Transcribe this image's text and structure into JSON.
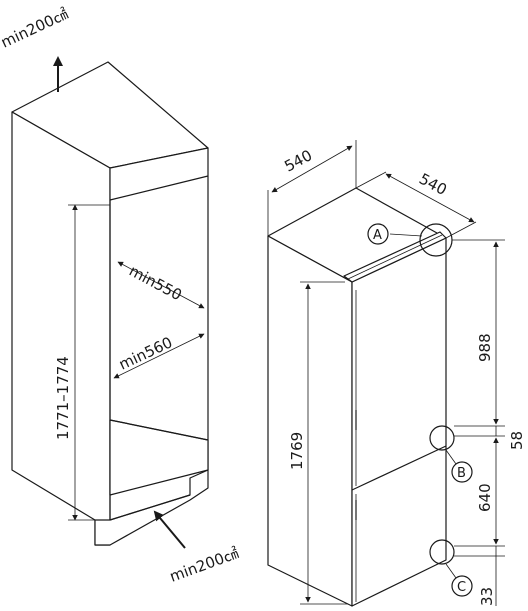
{
  "left_figure": {
    "vent_top": "min200㎠",
    "vent_bottom": "min200㎠",
    "height_range": "1771–1774",
    "depth_min": "min550",
    "width_min": "min560"
  },
  "right_figure": {
    "width": "540",
    "depth": "540",
    "height": "1769",
    "dim_upper": "988",
    "dim_gap": "58",
    "dim_middle": "640",
    "dim_lower": "33",
    "callouts": [
      "A",
      "B",
      "C"
    ]
  }
}
